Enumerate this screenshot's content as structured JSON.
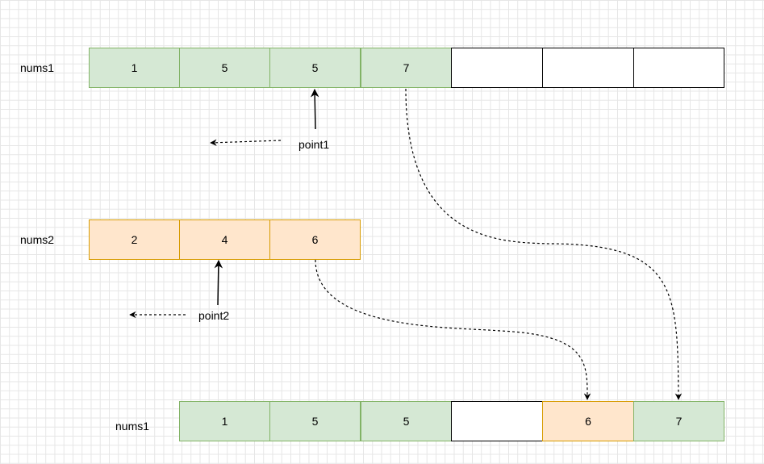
{
  "rows": {
    "row1": {
      "label": "nums1",
      "cells": [
        "1",
        "5",
        "5",
        "7",
        "",
        "",
        ""
      ]
    },
    "row2": {
      "label": "nums2",
      "cells": [
        "2",
        "4",
        "6"
      ]
    },
    "row3": {
      "label": "nums1",
      "cells": [
        "1",
        "5",
        "5",
        "",
        "6",
        "7"
      ]
    }
  },
  "pointers": {
    "point1": "point1",
    "point2": "point2"
  },
  "colors": {
    "green_fill": "#d5e8d4",
    "green_stroke": "#82b366",
    "orange_fill": "#ffe6cc",
    "orange_stroke": "#d79b00",
    "empty_fill": "#ffffff",
    "empty_stroke": "#000000"
  }
}
